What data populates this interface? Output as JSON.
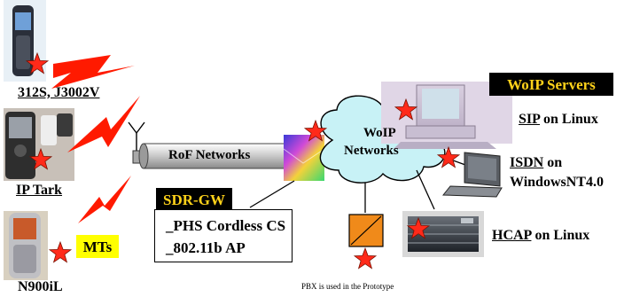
{
  "devices": {
    "phone1_label": "312S, J3002V",
    "phone2_label": "IP Tark",
    "phone3_label": "N900iL",
    "mts_tag": "MTs"
  },
  "network": {
    "rof_label": "RoF Networks",
    "cloud_line1": "WoIP",
    "cloud_line2": "Networks"
  },
  "gateway": {
    "tag": "SDR-GW",
    "line1": "_PHS Cordless CS",
    "line2": "_802.11b AP"
  },
  "servers": {
    "tag": "WoIP Servers",
    "sip_name": "SIP",
    "sip_rest": " on Linux",
    "isdn_name": "ISDN",
    "isdn_rest": " on",
    "isdn_line2": "WindowsNT4.0",
    "hcap_name": "HCAP",
    "hcap_rest": " on Linux"
  },
  "pbx_note": "PBX is used in the Prototype",
  "colors": {
    "star_fill": "#ff2a1a",
    "bolt_fill": "#ff1a00",
    "cloud_fill": "#c8f2f6",
    "pbx_fill": "#f08a1a"
  }
}
